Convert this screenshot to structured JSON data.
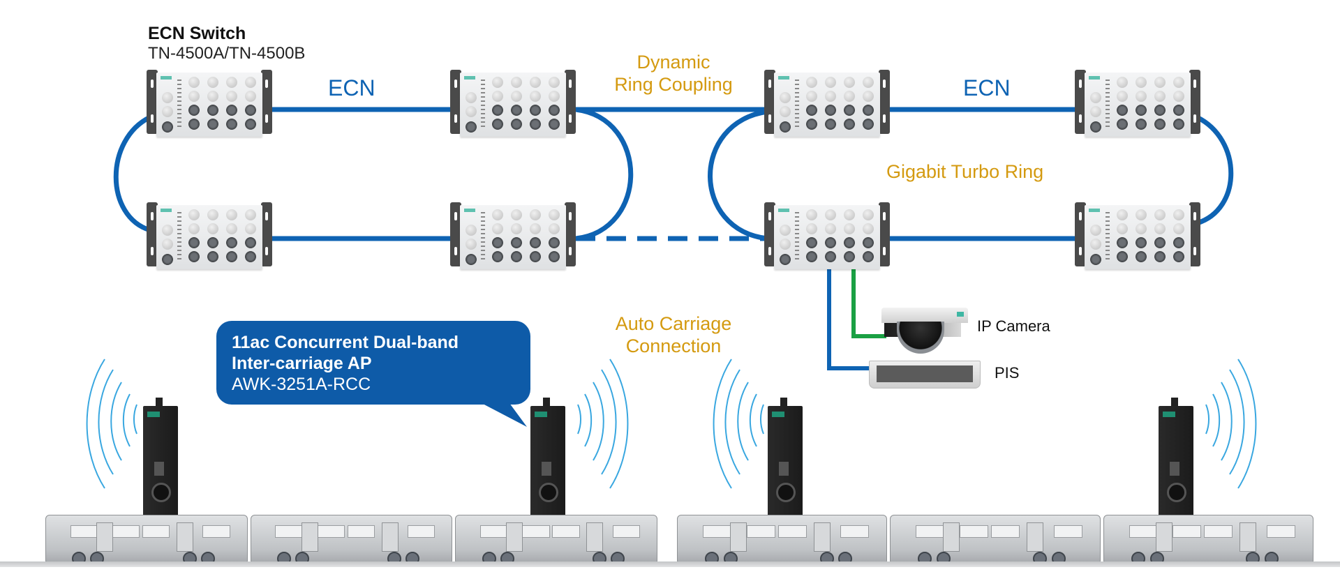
{
  "title": {
    "heading": "ECN Switch",
    "model": "TN-4500A/TN-4500B"
  },
  "network_labels": {
    "ecn_left": "ECN",
    "ecn_right": "ECN",
    "dynamic_ring_coupling": [
      "Dynamic",
      "Ring Coupling"
    ],
    "gigabit_turbo_ring": "Gigabit Turbo Ring",
    "auto_carriage_connection": [
      "Auto Carriage",
      "Connection"
    ]
  },
  "callout": {
    "line1": "11ac Concurrent Dual-band",
    "line2": "Inter-carriage AP",
    "model": "AWK-3251A-RCC"
  },
  "devices": {
    "ip_camera": "IP Camera",
    "pis": "PIS"
  },
  "colors": {
    "ecn_blue": "#0e63b3",
    "label_gold": "#d49a10",
    "camera_link_green": "#1aa043",
    "callout_blue": "#0e5ba8",
    "wifi_waves": "#39a7e0"
  },
  "nodes": {
    "switches": [
      "switch-1",
      "switch-2",
      "switch-3",
      "switch-4",
      "switch-5",
      "switch-6",
      "switch-7",
      "switch-8"
    ],
    "access_points": [
      "ap-1",
      "ap-2",
      "ap-3",
      "ap-4"
    ],
    "trains": [
      "train-1",
      "train-2"
    ]
  },
  "links": [
    {
      "from": "switch-1",
      "to": "switch-2",
      "style": "solid"
    },
    {
      "from": "switch-1",
      "to": "switch-5",
      "style": "solid"
    },
    {
      "from": "switch-5",
      "to": "switch-6",
      "style": "solid"
    },
    {
      "from": "switch-2",
      "to": "switch-6",
      "style": "solid"
    },
    {
      "from": "switch-2",
      "to": "switch-3",
      "style": "solid"
    },
    {
      "from": "switch-6",
      "to": "switch-7",
      "style": "dashed"
    },
    {
      "from": "switch-3",
      "to": "switch-4",
      "style": "solid"
    },
    {
      "from": "switch-3",
      "to": "switch-7",
      "style": "solid"
    },
    {
      "from": "switch-7",
      "to": "switch-8",
      "style": "solid"
    },
    {
      "from": "switch-4",
      "to": "switch-8",
      "style": "solid"
    },
    {
      "from": "switch-7",
      "to": "ip_camera",
      "style": "solid"
    },
    {
      "from": "switch-7",
      "to": "pis",
      "style": "solid"
    }
  ]
}
